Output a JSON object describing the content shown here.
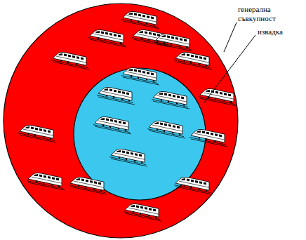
{
  "diagram": {
    "nodes": [
      {
        "text": [
          "генерална съвкупност"
        ]
      },
      {
        "text": [
          "извадка"
        ],
        "in": 0
      }
    ]
  }
}
